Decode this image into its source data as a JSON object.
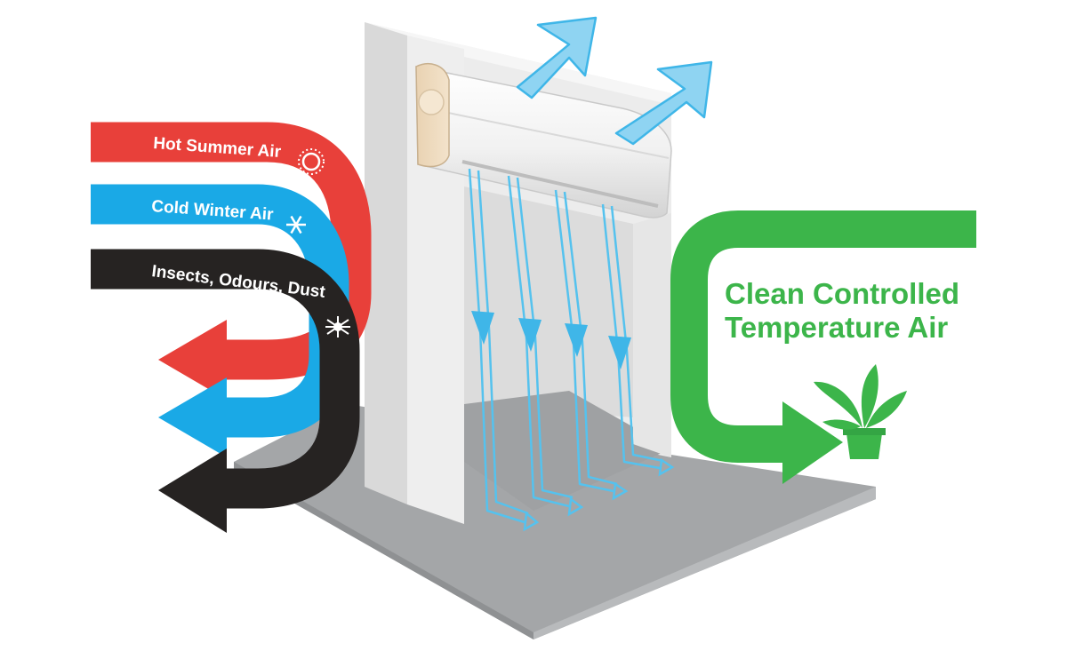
{
  "labels": {
    "hot": "Hot Summer Air",
    "cold": "Cold Winter Air",
    "insects": "Insects, Odours, Dust",
    "clean_line1": "Clean Controlled",
    "clean_line2": "Temperature Air"
  },
  "colors": {
    "hot": "#e8403a",
    "cold": "#1aa9e6",
    "insects": "#262322",
    "clean": "#3cb54a",
    "airflow": "#7fd0f2",
    "wall": "#ededed",
    "floor": "#a4a6a8"
  },
  "icons": {
    "hot": "sun-icon",
    "cold": "snowflake-icon",
    "insects": "spider-icon",
    "plant": "potted-plant-icon",
    "unit": "air-curtain-unit"
  }
}
